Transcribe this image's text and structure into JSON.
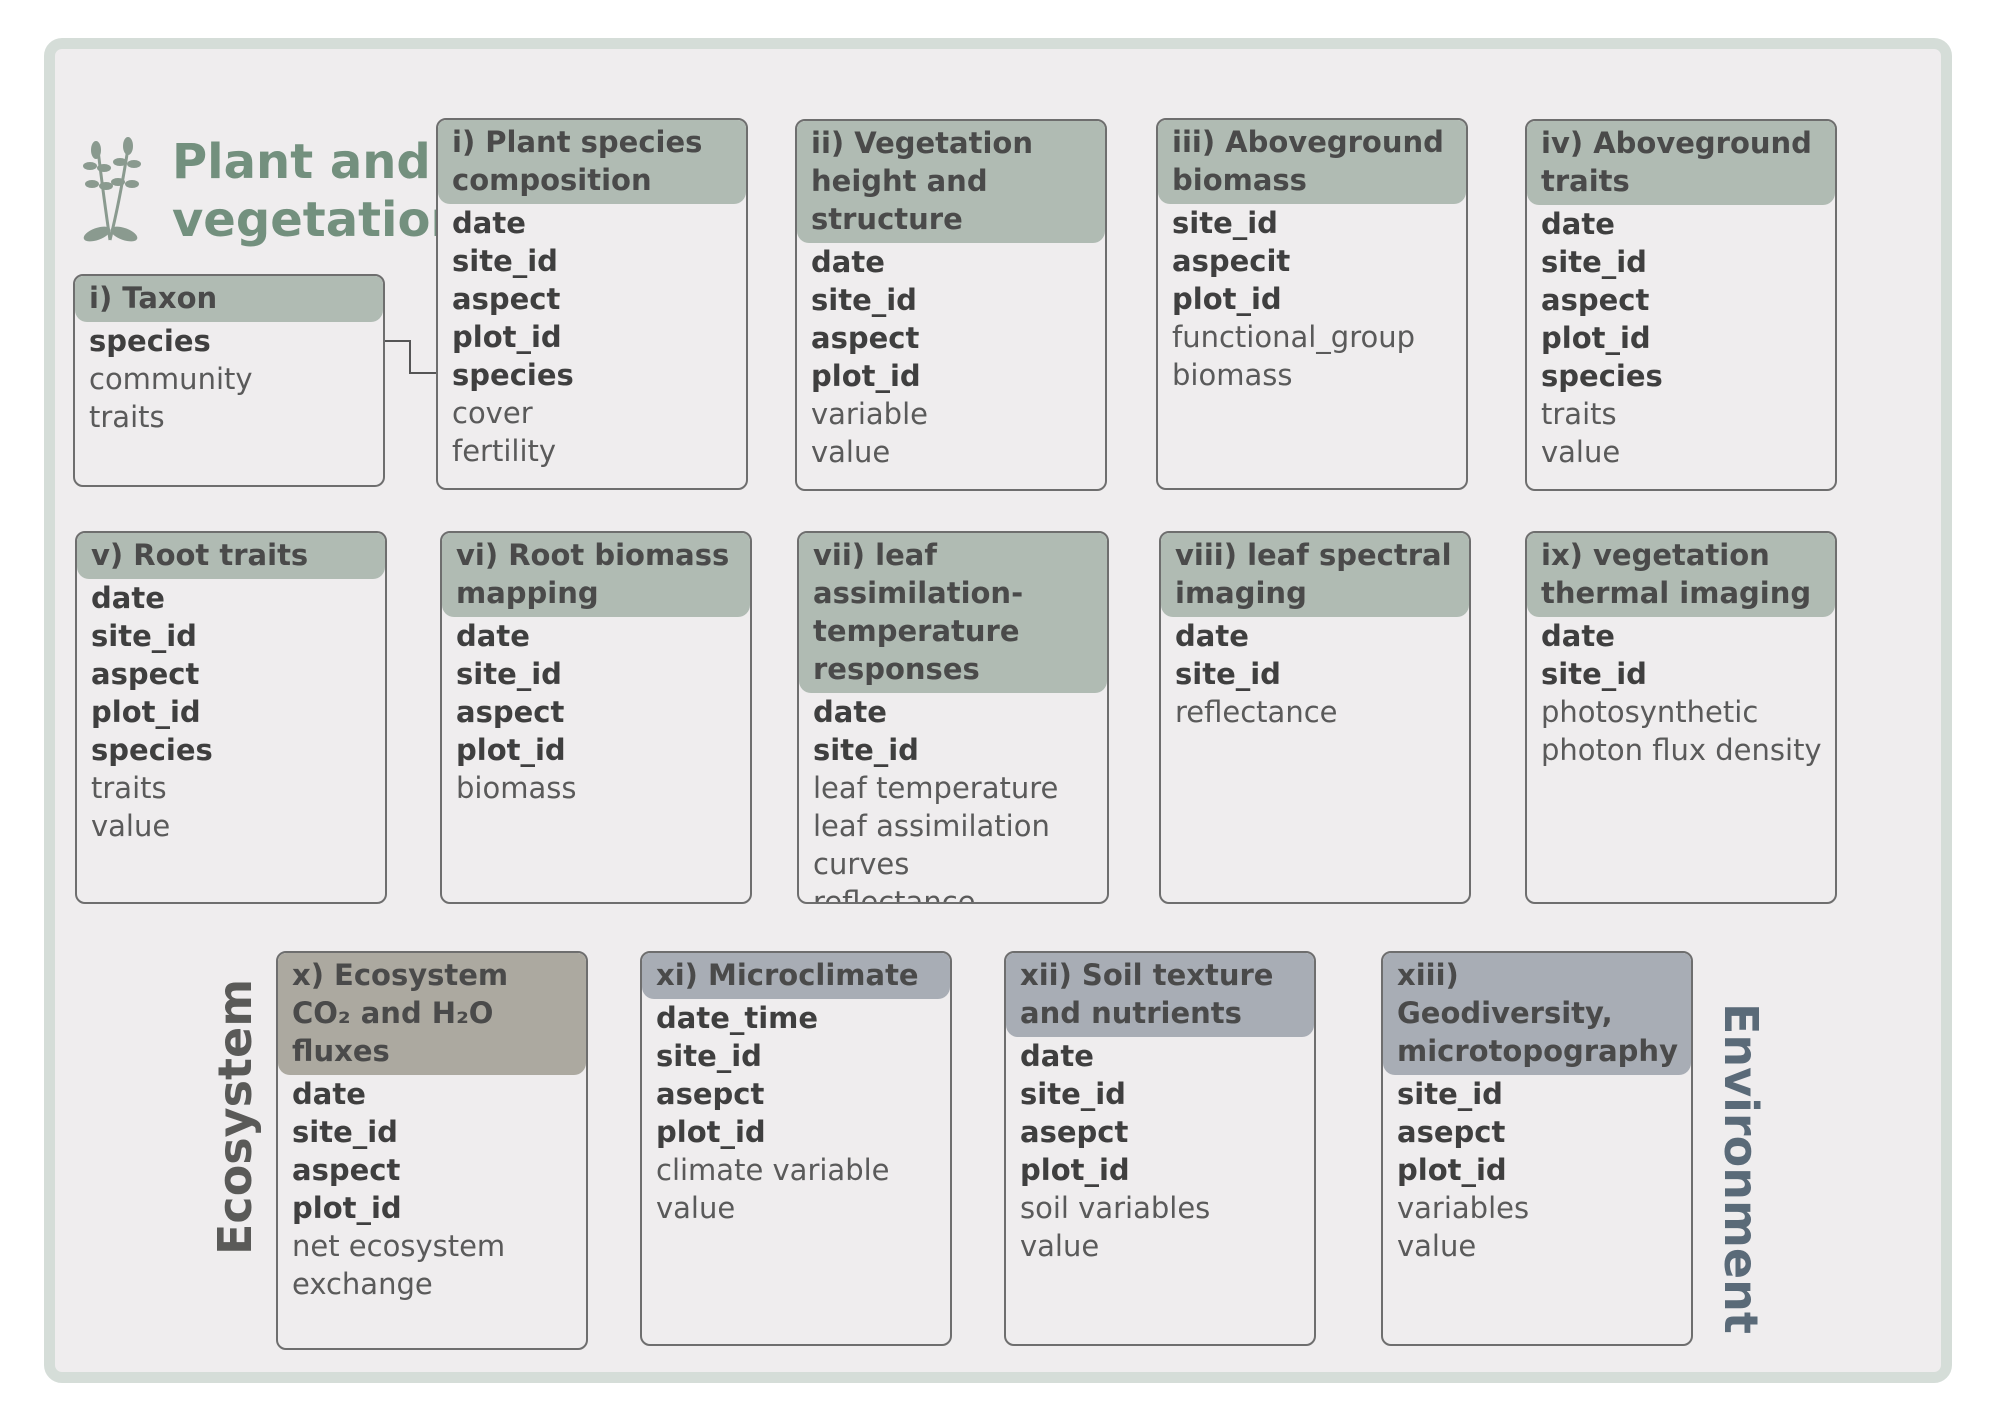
{
  "section": {
    "plant_title_line1": "Plant and",
    "plant_title_line2": "vegetation",
    "ecosystem_label": "Ecosystem",
    "environment_label": "Environment"
  },
  "icons": {
    "plant": "plant-icon"
  },
  "colors": {
    "plant_header": "#b0bbb3",
    "ecosystem_header": "#aca9a0",
    "environment_header": "#a8adb5",
    "plant_title": "#73907e"
  },
  "tables": [
    {
      "id": "taxon",
      "title": "i) Taxon",
      "group": "plant",
      "fields": [
        {
          "name": "species",
          "key": true
        },
        {
          "name": "community",
          "key": false
        },
        {
          "name": "traits",
          "key": false
        }
      ]
    },
    {
      "id": "plant-species-composition",
      "title": "i) Plant species composition",
      "group": "plant",
      "fields": [
        {
          "name": "date",
          "key": true
        },
        {
          "name": "site_id",
          "key": true
        },
        {
          "name": "aspect",
          "key": true
        },
        {
          "name": "plot_id",
          "key": true
        },
        {
          "name": "species",
          "key": true
        },
        {
          "name": "cover",
          "key": false
        },
        {
          "name": "fertility",
          "key": false
        }
      ]
    },
    {
      "id": "vegetation-height",
      "title": "ii) Vegetation height and structure",
      "group": "plant",
      "fields": [
        {
          "name": "date",
          "key": true
        },
        {
          "name": "site_id",
          "key": true
        },
        {
          "name": "aspect",
          "key": true
        },
        {
          "name": "plot_id",
          "key": true
        },
        {
          "name": "variable",
          "key": false
        },
        {
          "name": "value",
          "key": false
        }
      ]
    },
    {
      "id": "aboveground-biomass",
      "title": "iii) Aboveground biomass",
      "group": "plant",
      "fields": [
        {
          "name": "site_id",
          "key": true
        },
        {
          "name": "aspecit",
          "key": true
        },
        {
          "name": "plot_id",
          "key": true
        },
        {
          "name": "functional_group",
          "key": false
        },
        {
          "name": "biomass",
          "key": false
        }
      ]
    },
    {
      "id": "aboveground-traits",
      "title": "iv) Aboveground traits",
      "group": "plant",
      "fields": [
        {
          "name": "date",
          "key": true
        },
        {
          "name": "site_id",
          "key": true
        },
        {
          "name": "aspect",
          "key": true
        },
        {
          "name": "plot_id",
          "key": true
        },
        {
          "name": "species",
          "key": true
        },
        {
          "name": "traits",
          "key": false
        },
        {
          "name": "value",
          "key": false
        }
      ]
    },
    {
      "id": "root-traits",
      "title": "v) Root traits",
      "group": "plant",
      "fields": [
        {
          "name": "date",
          "key": true
        },
        {
          "name": "site_id",
          "key": true
        },
        {
          "name": "aspect",
          "key": true
        },
        {
          "name": "plot_id",
          "key": true
        },
        {
          "name": "species",
          "key": true
        },
        {
          "name": "traits",
          "key": false
        },
        {
          "name": "value",
          "key": false
        }
      ]
    },
    {
      "id": "root-biomass",
      "title": "vi) Root biomass mapping",
      "group": "plant",
      "fields": [
        {
          "name": "date",
          "key": true
        },
        {
          "name": "site_id",
          "key": true
        },
        {
          "name": "aspect",
          "key": true
        },
        {
          "name": "plot_id",
          "key": true
        },
        {
          "name": "biomass",
          "key": false
        }
      ]
    },
    {
      "id": "leaf-assimilation",
      "title": "vii) leaf assimilation-temperature responses",
      "group": "plant",
      "fields": [
        {
          "name": "date",
          "key": true
        },
        {
          "name": "site_id",
          "key": true
        },
        {
          "name": "leaf temperature",
          "key": false
        },
        {
          "name": "leaf assimilation",
          "key": false
        },
        {
          "name": "curves",
          "key": false
        },
        {
          "name": "reflectance",
          "key": false
        }
      ]
    },
    {
      "id": "leaf-spectral",
      "title": "viii) leaf spectral imaging",
      "group": "plant",
      "fields": [
        {
          "name": "date",
          "key": true
        },
        {
          "name": "site_id",
          "key": true
        },
        {
          "name": "reflectance",
          "key": false
        }
      ]
    },
    {
      "id": "thermal-imaging",
      "title": "ix) vegetation thermal imaging",
      "group": "plant",
      "fields": [
        {
          "name": "date",
          "key": true
        },
        {
          "name": "site_id",
          "key": true
        },
        {
          "name": "photosynthetic",
          "key": false
        },
        {
          "name": "photon flux density",
          "key": false
        }
      ]
    },
    {
      "id": "ecosystem-fluxes",
      "title": "x) Ecosystem CO₂ and H₂O fluxes",
      "group": "eco",
      "fields": [
        {
          "name": "date",
          "key": true
        },
        {
          "name": "site_id",
          "key": true
        },
        {
          "name": "aspect",
          "key": true
        },
        {
          "name": "plot_id",
          "key": true
        },
        {
          "name": "net ecosystem",
          "key": false
        },
        {
          "name": "exchange",
          "key": false
        }
      ]
    },
    {
      "id": "microclimate",
      "title": "xi) Microclimate",
      "group": "env",
      "fields": [
        {
          "name": "date_time",
          "key": true
        },
        {
          "name": "site_id",
          "key": true
        },
        {
          "name": "asepct",
          "key": true
        },
        {
          "name": "plot_id",
          "key": true
        },
        {
          "name": "climate variable",
          "key": false
        },
        {
          "name": "value",
          "key": false
        }
      ]
    },
    {
      "id": "soil-texture",
      "title": "xii) Soil texture and nutrients",
      "group": "env",
      "fields": [
        {
          "name": "date",
          "key": true
        },
        {
          "name": "site_id",
          "key": true
        },
        {
          "name": "asepct",
          "key": true
        },
        {
          "name": "plot_id",
          "key": true
        },
        {
          "name": "soil variables",
          "key": false
        },
        {
          "name": "value",
          "key": false
        }
      ]
    },
    {
      "id": "geodiversity",
      "title": "xiii) Geodiversity, microtopography",
      "group": "env",
      "fields": [
        {
          "name": "site_id",
          "key": true
        },
        {
          "name": "asepct",
          "key": true
        },
        {
          "name": "plot_id",
          "key": true
        },
        {
          "name": "variables",
          "key": false
        },
        {
          "name": "value",
          "key": false
        }
      ]
    }
  ]
}
